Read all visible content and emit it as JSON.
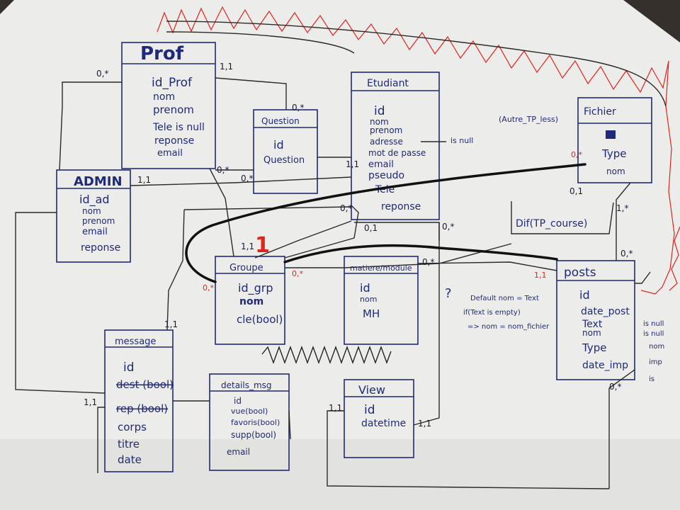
{
  "entities": {
    "prof": {
      "title": "Prof",
      "attrs": [
        "id_Prof",
        "nom",
        "prenom",
        "Tele is null",
        "reponse",
        "email"
      ]
    },
    "question": {
      "title": "Question",
      "attrs": [
        "id",
        "Question"
      ]
    },
    "etudiant": {
      "title": "Etudiant",
      "attrs": [
        "id",
        "nom",
        "prenom",
        "adresse",
        "mot de passe",
        "email",
        "pseudo",
        "Tele",
        "reponse"
      ],
      "note": "is null"
    },
    "fichier": {
      "title": "Fichier",
      "attrs": [
        "Type",
        "nom"
      ],
      "note": "(Autre_TP_less)"
    },
    "admin": {
      "title": "ADMIN",
      "attrs": [
        "id_ad",
        "nom",
        "prenom",
        "email",
        "reponse"
      ]
    },
    "groupe": {
      "title": "Groupe",
      "attrs": [
        "id_grp",
        "nom",
        "cle(bool)"
      ]
    },
    "matiere": {
      "title": "matiere/module",
      "attrs": [
        "id",
        "nom",
        "MH"
      ]
    },
    "posts": {
      "title": "posts",
      "attrs": [
        "id",
        "date_post",
        "Text",
        "nom",
        "Type",
        "date_imp"
      ]
    },
    "message": {
      "title": "message",
      "attrs": [
        "id",
        "dest (bool)",
        "rep (bool)",
        "corps",
        "titre",
        "date"
      ]
    },
    "details": {
      "title": "details_msg",
      "attrs": [
        "id",
        "vue(bool)",
        "favoris(bool)",
        "supp(bool)",
        "email"
      ]
    },
    "view": {
      "title": "View",
      "attrs": [
        "id",
        "datetime"
      ]
    }
  },
  "notes": {
    "tp_course": "Dif(TP_course)",
    "default_rules": [
      "Default nom = Text",
      "if(Text is empty)",
      "=> nom = nom_fichier"
    ],
    "question_mark": "?",
    "big_one": "1",
    "post_right": [
      "is null",
      "is null",
      "nom",
      "imp",
      "is"
    ]
  },
  "multiplicities": {
    "m01": "0,*",
    "m02": "1,1",
    "m03": "0,*",
    "m04": "0,*",
    "m05": "0,*",
    "m06": "1,1",
    "m07": "1,1",
    "m08": "0,*",
    "m09": "0,*",
    "m10": "0,1",
    "m11": "1,*",
    "m12": "0,*",
    "m13": "1,1",
    "m14": "0,*",
    "m15": "1,1",
    "m16": "1,1",
    "m17": "1,1",
    "m18": "0,*",
    "m19": "0,1",
    "m20": "1,1"
  },
  "red_multiplicities": {
    "r1": "0,*",
    "r2": "0,*",
    "r3": "0,*",
    "r4": "1,1"
  },
  "colors": {
    "ink": "#1f2a78",
    "paper": "#efefed",
    "red_marker": "#e0241c",
    "thick_line": "#111111"
  }
}
